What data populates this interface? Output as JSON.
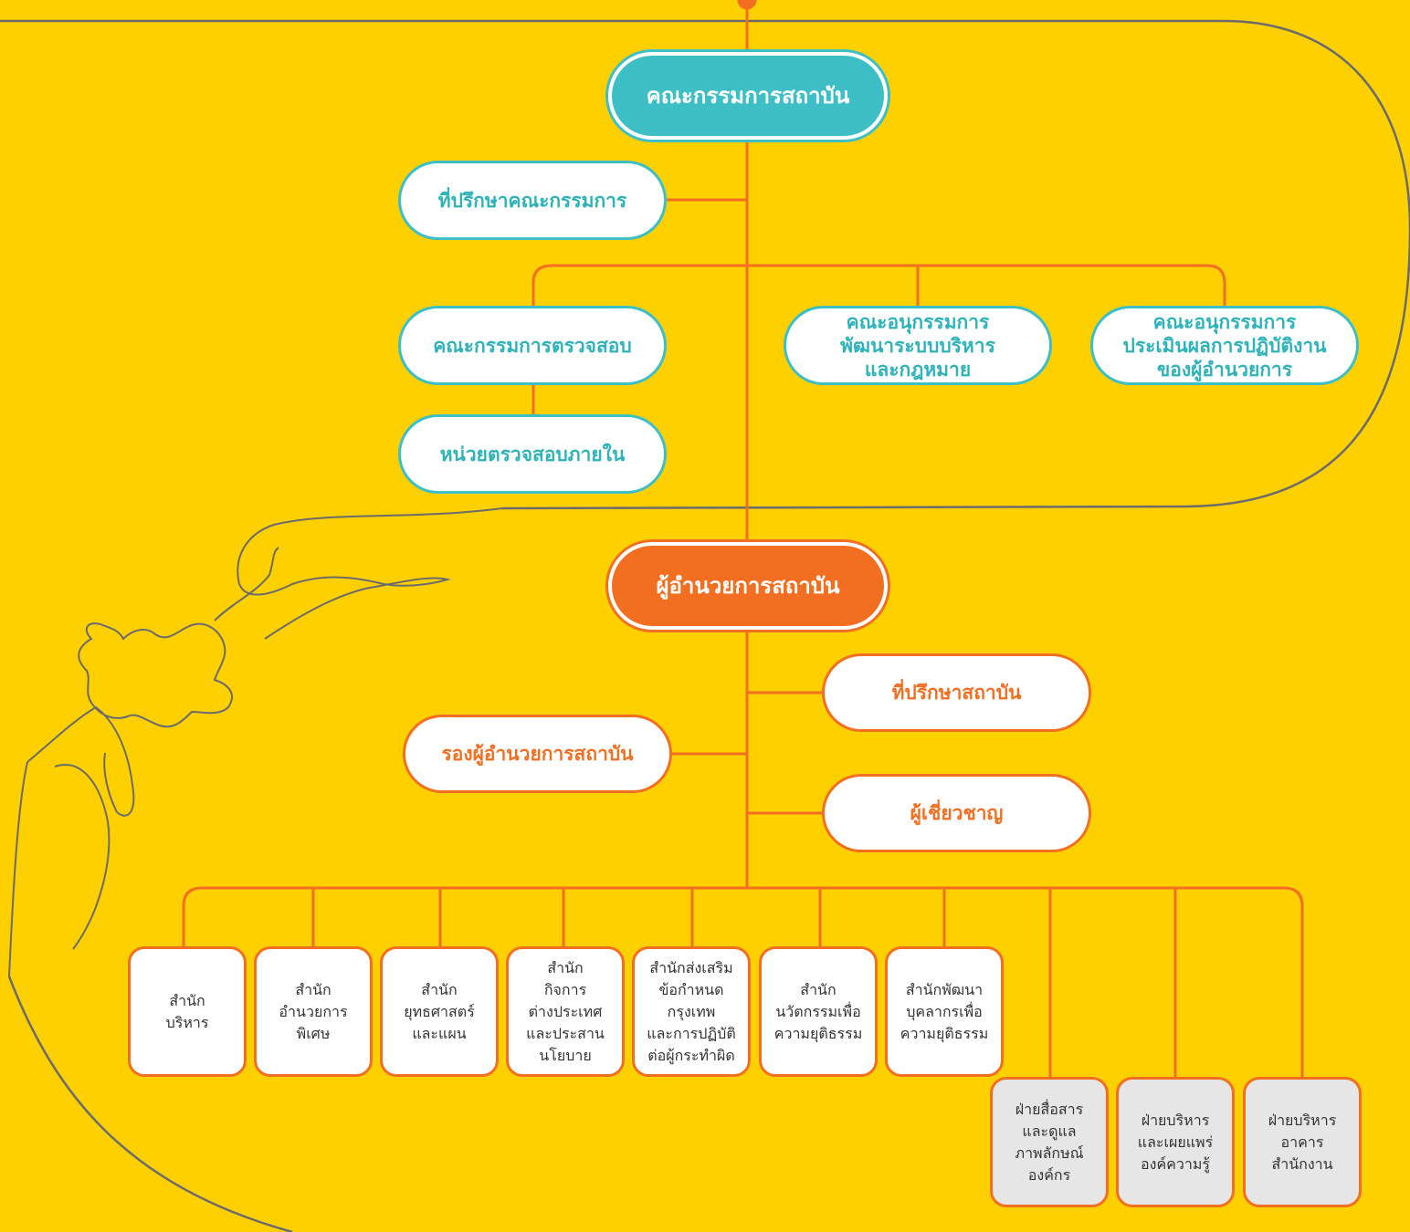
{
  "colors": {
    "background": "#FFD000",
    "teal": "#3EBFC5",
    "orange": "#F26F22",
    "line": "#F26F22",
    "outline": "#6B6B6B"
  },
  "board": "คณะกรรมการสถาบัน",
  "board_advisor": "ที่ปรึกษาคณะกรรมการ",
  "audit_committee": "คณะกรรมการตรวจสอบ",
  "internal_audit": "หน่วยตรวจสอบภายใน",
  "subcommittee_dev": "คณะอนุกรรมการ\nพัฒนาระบบบริหาร\nและกฎหมาย",
  "subcommittee_eval": "คณะอนุกรรมการ\nประเมินผลการปฏิบัติงาน\nของผู้อำนวยการ",
  "director": "ผู้อำนวยการสถาบัน",
  "institute_advisor": "ที่ปรึกษาสถาบัน",
  "deputy_director": "รองผู้อำนวยการสถาบัน",
  "expert": "ผู้เชี่ยวชาญ",
  "offices": [
    "สำนัก\nบริหาร",
    "สำนัก\nอำนวยการ\nพิเศษ",
    "สำนัก\nยุทธศาสตร์\nและแผน",
    "สำนัก\nกิจการ\nต่างประเทศ\nและประสาน\nนโยบาย",
    "สำนักส่งเสริม\nข้อกำหนด\nกรุงเทพ\nและการปฏิบัติ\nต่อผู้กระทำผิด",
    "สำนัก\nนวัตกรรมเพื่อ\nความยุติธรรม",
    "สำนักพัฒนา\nบุคลากรเพื่อ\nความยุติธรรม"
  ],
  "divisions": [
    "ฝ่ายสื่อสาร\nและดูแล\nภาพลักษณ์\nองค์กร",
    "ฝ่ายบริหาร\nและเผยแพร่\nองค์ความรู้",
    "ฝ่ายบริหาร\nอาคาร\nสำนักงาน"
  ]
}
